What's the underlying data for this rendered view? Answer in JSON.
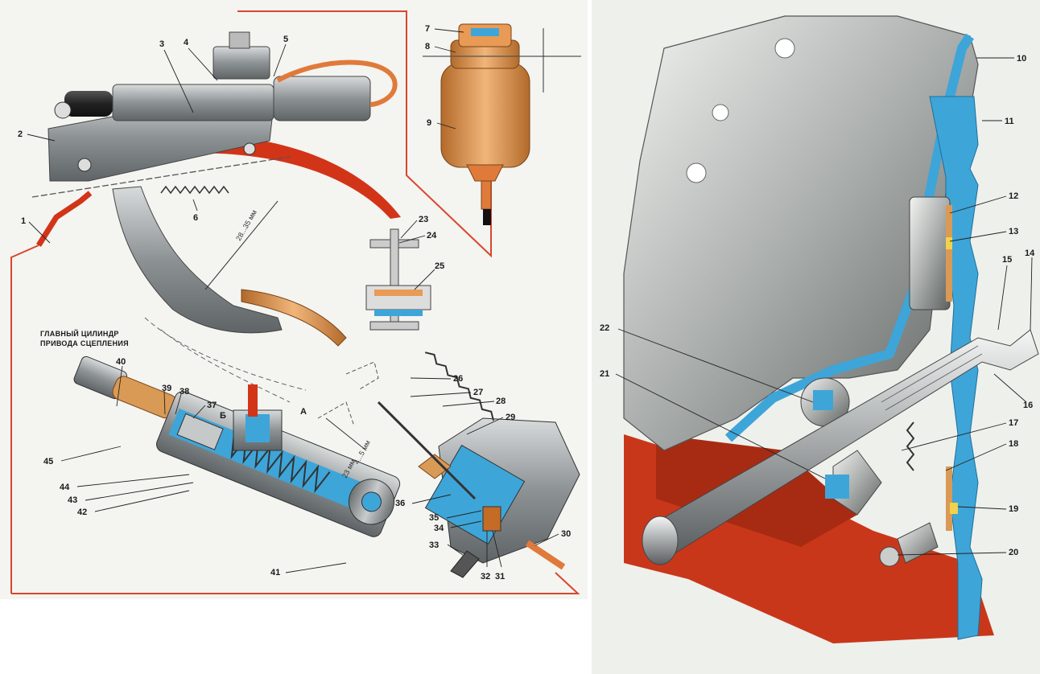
{
  "left_figure": {
    "section_title_line1": "ГЛАВНЫЙ ЦИЛИНДР",
    "section_title_line2": "ПРИВОДА СЦЕПЛЕНИЯ",
    "dimension_pedal": "28...35 мм",
    "dimension_clearance": "4...5 мм",
    "dimension_stroke": "23 мм",
    "part_labels": [
      "1",
      "2",
      "3",
      "4",
      "5",
      "6",
      "7",
      "8",
      "9",
      "23",
      "24",
      "25",
      "26",
      "27",
      "28",
      "29",
      "30",
      "31",
      "32",
      "33",
      "34",
      "35",
      "36",
      "37",
      "38",
      "39",
      "40",
      "41",
      "42",
      "43",
      "44",
      "45"
    ],
    "section_letters": [
      "Б",
      "А"
    ]
  },
  "right_figure": {
    "part_labels": [
      "10",
      "11",
      "12",
      "13",
      "14",
      "15",
      "16",
      "17",
      "18",
      "19",
      "20",
      "21",
      "22"
    ]
  },
  "colors": {
    "background": "#ffffff",
    "panel_left": "#f4f4f1",
    "panel_right": "#eef0ec",
    "red_accent": "#d23418",
    "orange_accent": "#e07a3a",
    "copper": "#d99a55",
    "section_blue": "#3ea5d8",
    "metal_gray": "#9ea3a4",
    "outline_red": "#d9472c"
  }
}
